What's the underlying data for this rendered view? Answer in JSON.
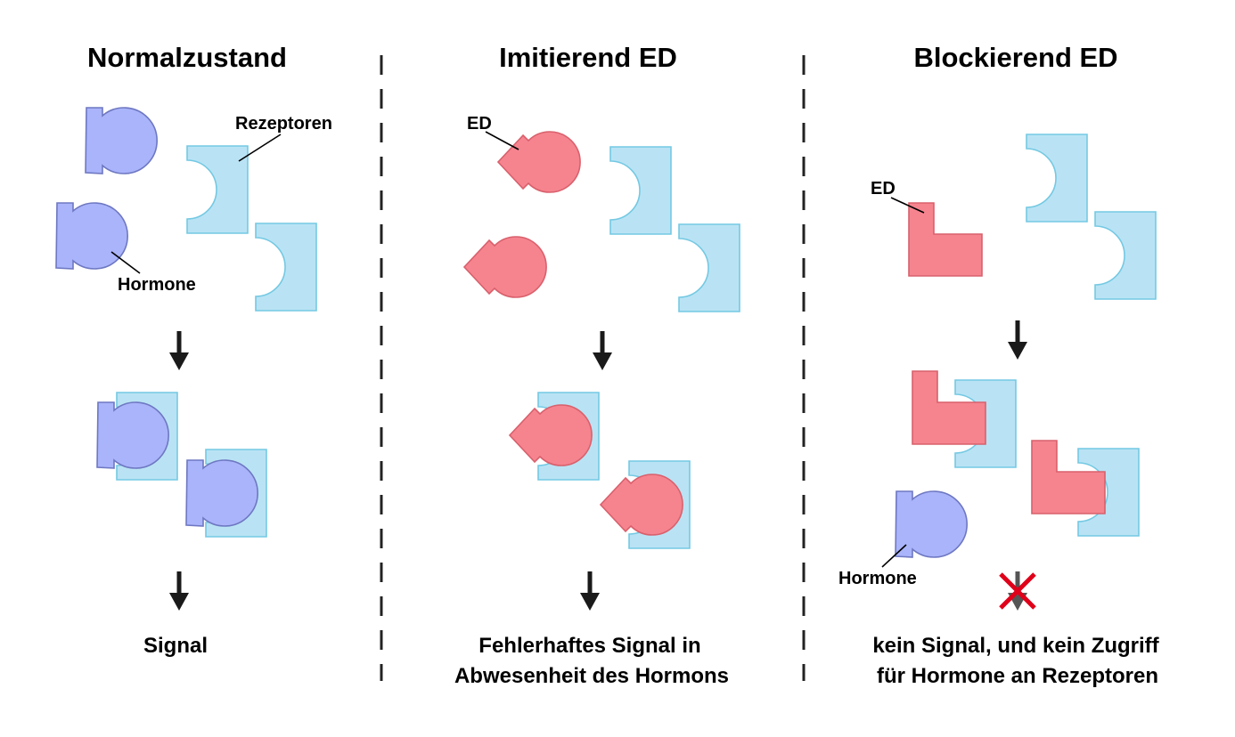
{
  "panels": [
    {
      "title": "Normalzustand",
      "caption_lines": [
        "Signal"
      ]
    },
    {
      "title": "Imitierend ED",
      "caption_lines": [
        "Fehlerhaftes Signal in",
        "Abwesenheit des Hormons"
      ]
    },
    {
      "title": "Blockierend ED",
      "caption_lines": [
        "kein Signal, und kein Zugriff",
        "für Hormone an Rezeptoren"
      ]
    }
  ],
  "labels": {
    "receptors": "Rezeptoren",
    "hormone": "Hormone",
    "ed": "ED"
  },
  "colors": {
    "hormone": "#aab4fa",
    "hormone_stroke": "#6e78c2",
    "receptor": "#b9e3f4",
    "receptor_stroke": "#74c9e3",
    "ed": "#f5848f",
    "ed_stroke": "#d9606c",
    "arrow": "#1a1a1a",
    "cross": "#e0001a"
  }
}
